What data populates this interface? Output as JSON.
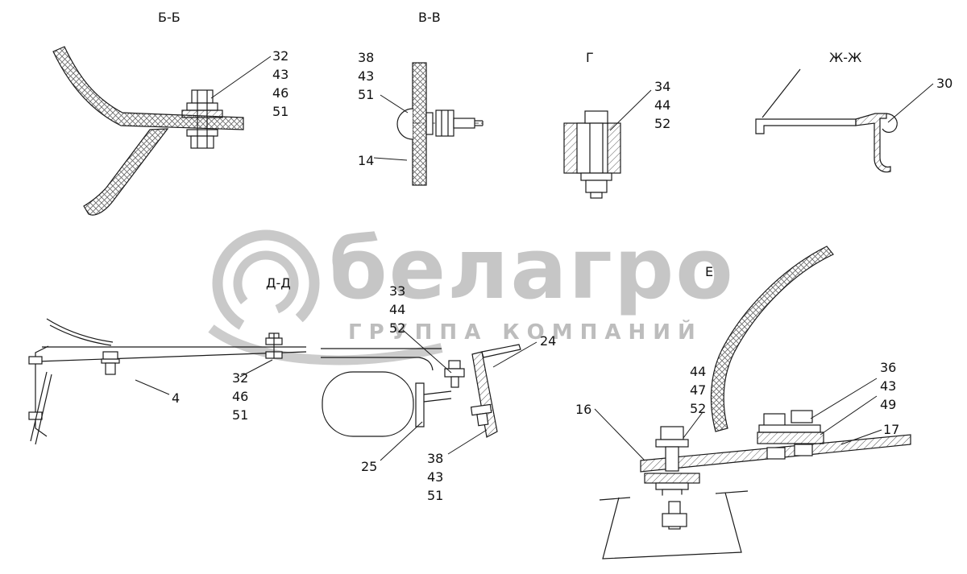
{
  "watermark": {
    "brand": "белагро",
    "subtitle": "ГРУППА КОМПАНИЙ",
    "color": "#c6c6c6"
  },
  "colors": {
    "line": "#1a1a1a",
    "hatch": "#555555",
    "background": "#ffffff"
  },
  "sections": {
    "bb": "Б-Б",
    "vv": "В-В",
    "g": "Г",
    "zh": "Ж-Ж",
    "dd": "Д-Д",
    "e": "Е"
  },
  "callouts": {
    "bb_fastener": [
      "32",
      "43",
      "46",
      "51"
    ],
    "vv_fastener": [
      "38",
      "43",
      "51"
    ],
    "vv_part14": "14",
    "g_fastener": [
      "34",
      "44",
      "52"
    ],
    "zh_part30": "30",
    "dd_fastener": [
      "32",
      "46",
      "51"
    ],
    "dd_part4": "4",
    "mid_fastener_top": [
      "33",
      "44",
      "52"
    ],
    "mid_part24": "24",
    "mid_part25": "25",
    "mid_fastener_bottom": [
      "38",
      "43",
      "51"
    ],
    "e_fastener_left": [
      "44",
      "47",
      "52"
    ],
    "e_fastener_right": [
      "36",
      "43",
      "49"
    ],
    "e_part16": "16",
    "e_part17": "17"
  }
}
